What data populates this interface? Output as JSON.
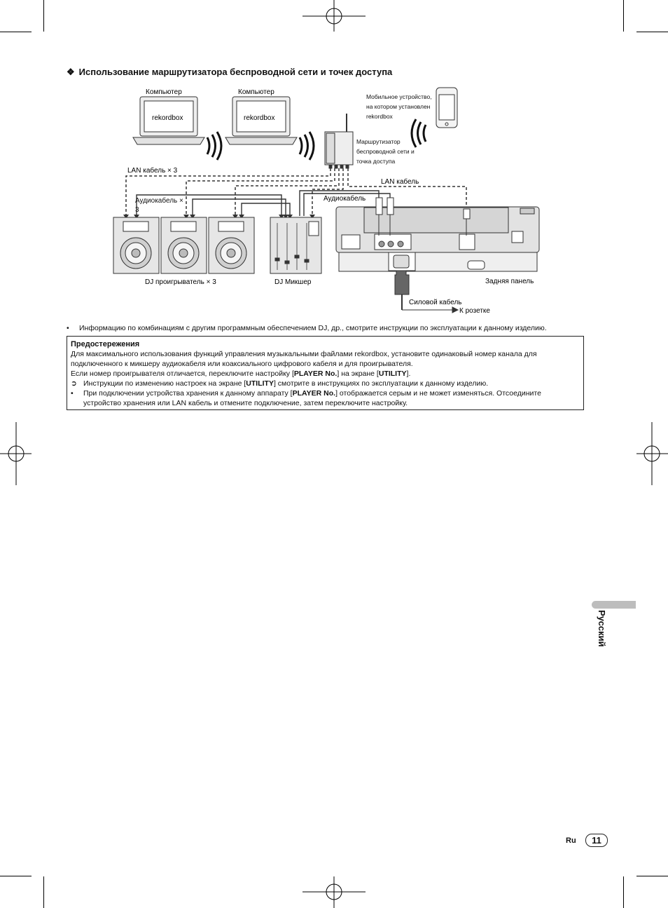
{
  "heading": {
    "bullet": "❖",
    "text": "Использование маршрутизатора беспроводной сети и точек доступа"
  },
  "diagram": {
    "computer1_label": "Компьютер",
    "computer1_screen": "rekordbox",
    "computer2_label": "Компьютер",
    "computer2_screen": "rekordbox",
    "mobile_label": "Мобильное устройство, на котором установлен rekordbox",
    "router_label": "Маршрутизатор беспроводной сети и точка доступа",
    "lan_cable_x3": "LAN кабель × 3",
    "audio_cable_x3": "Аудиокабель × 3",
    "audio_cable": "Аудиокабель",
    "lan_cable": "LAN кабель",
    "dj_players": "DJ проигрыватель × 3",
    "dj_mixer": "DJ Микшер",
    "rear_panel": "Задняя панель",
    "power_cable": "Силовой кабель",
    "to_outlet": "К розетке"
  },
  "info_bullet": {
    "symbol": "•",
    "text": "Информацию по комбинациям с другим программным обеспечением DJ, др., смотрите инструкции по эксплуатации к данному изделию."
  },
  "cautions": {
    "title": "Предостережения",
    "para1": "Для максимального использования функций управления музыкальными файлами rekordbox, установите одинаковый номер канала для подключенного к микшеру аудиокабеля или коаксиального цифрового кабеля и для проигрывателя.",
    "para2_a": "Если номер проигрывателя отличается, переключите настройку [",
    "para2_b": "PLAYER No.",
    "para2_c": "] на экране [",
    "para2_d": "UTILITY",
    "para2_e": "].",
    "item1_symbol": "➲",
    "item1_a": "Инструкции по изменению настроек на экране [",
    "item1_b": "UTILITY",
    "item1_c": "] смотрите в инструкциях по эксплуатации к данному изделию.",
    "item2_symbol": "•",
    "item2_a": "При подключении устройства хранения к данному аппарату [",
    "item2_b": "PLAYER No.",
    "item2_c": "] отображается серым и не может изменяться. Отсоедините устройство хранения или LAN кабель и отмените подключение, затем переключите настройку."
  },
  "side_tab": {
    "language": "Русский"
  },
  "footer": {
    "lang_code": "Ru",
    "page_number": "11"
  }
}
